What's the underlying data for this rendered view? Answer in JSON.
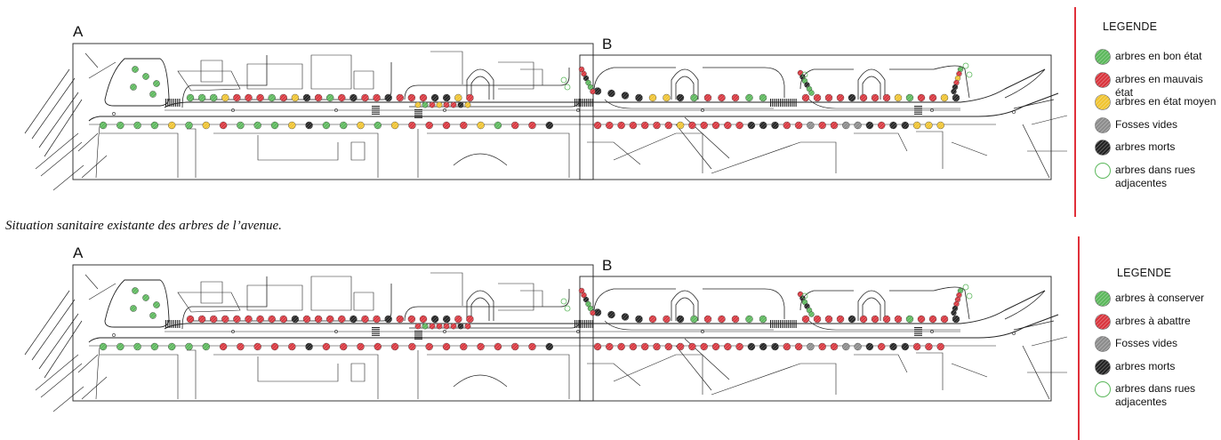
{
  "colors": {
    "good": "#5cb85c",
    "bad": "#d9353d",
    "medium": "#f0c431",
    "empty": "#8c8c8c",
    "dead": "#222222",
    "adjacent": "#5cb85c",
    "legend_line": "#e0303a"
  },
  "top": {
    "label_a": "A",
    "label_b": "B",
    "caption": "Situation sanitaire existante des arbres de l’avenue.",
    "legend": {
      "title": "LEGENDE",
      "items": [
        {
          "key": "good",
          "label": "arbres en bon état"
        },
        {
          "key": "bad",
          "label": "arbres en mauvais état"
        },
        {
          "key": "medium",
          "label": "arbres en état moyen"
        },
        {
          "key": "empty",
          "label": "Fosses vides"
        },
        {
          "key": "dead",
          "label": "arbres morts"
        },
        {
          "key": "adjacent",
          "label": "arbres dans rues adjacentes"
        }
      ]
    },
    "rows": [
      [
        "good",
        "good",
        "good",
        "good",
        "good"
      ],
      [
        "good",
        "good",
        "good",
        "medium",
        "bad",
        "bad",
        "bad",
        "good",
        "bad",
        "medium",
        "dead",
        "bad",
        "good",
        "bad",
        "dead",
        "bad",
        "bad",
        "dead",
        "bad",
        "bad",
        "bad",
        "dead",
        "dead",
        "medium",
        "bad"
      ],
      [
        "dead",
        "dead",
        "dead",
        "dead",
        "medium",
        "medium",
        "dead",
        "good",
        "bad",
        "bad",
        "bad",
        "good",
        "good"
      ],
      [
        "good",
        "good",
        "good",
        "good",
        "medium",
        "good",
        "medium",
        "bad",
        "good",
        "good",
        "good",
        "medium",
        "dead",
        "good",
        "good",
        "medium",
        "good",
        "medium",
        "bad",
        "bad",
        "bad",
        "bad",
        "medium",
        "good",
        "bad",
        "bad",
        "dead"
      ],
      [
        "bad",
        "bad",
        "bad",
        "bad",
        "dead",
        "bad",
        "bad",
        "bad",
        "medium",
        "good",
        "bad",
        "bad",
        "medium",
        "dead",
        "bad",
        "dead",
        "good",
        "dead",
        "good",
        "good",
        "good",
        "bad",
        "medium",
        "bad",
        "dead",
        "dead",
        "bad",
        "bad",
        "dead",
        "good",
        "good",
        "bad",
        "medium",
        "good",
        "bad",
        "medium",
        "bad",
        "bad",
        "dead",
        "medium"
      ],
      [
        "bad",
        "bad",
        "bad",
        "bad",
        "bad",
        "bad",
        "bad",
        "medium",
        "bad",
        "bad",
        "bad",
        "bad",
        "bad",
        "dead",
        "dead",
        "dead",
        "bad",
        "bad",
        "empty",
        "bad",
        "bad",
        "empty",
        "empty",
        "dead",
        "bad",
        "dead",
        "dead",
        "medium",
        "medium",
        "medium"
      ]
    ]
  },
  "bottom": {
    "label_a": "A",
    "label_b": "B",
    "legend": {
      "title": "LEGENDE",
      "items": [
        {
          "key": "good",
          "label": "arbres à conserver"
        },
        {
          "key": "bad",
          "label": "arbres à abattre"
        },
        {
          "key": "empty",
          "label": "Fosses vides"
        },
        {
          "key": "dead",
          "label": "arbres morts"
        },
        {
          "key": "adjacent",
          "label": "arbres dans rues adjacentes"
        }
      ]
    },
    "rows": [
      [
        "good",
        "good",
        "good",
        "good",
        "good"
      ],
      [
        "bad",
        "bad",
        "bad",
        "bad",
        "bad",
        "bad",
        "bad",
        "bad",
        "bad",
        "dead",
        "bad",
        "bad",
        "bad",
        "bad",
        "dead",
        "bad",
        "bad",
        "dead",
        "bad",
        "bad",
        "bad",
        "dead",
        "dead",
        "bad",
        "bad"
      ],
      [
        "dead",
        "dead",
        "dead",
        "dead",
        "bad",
        "bad",
        "dead",
        "good",
        "bad",
        "bad",
        "bad",
        "good",
        "good"
      ],
      [
        "good",
        "good",
        "good",
        "good",
        "good",
        "good",
        "good",
        "bad",
        "bad",
        "bad",
        "bad",
        "bad",
        "dead",
        "bad",
        "bad",
        "bad",
        "bad",
        "bad",
        "bad",
        "bad",
        "bad",
        "bad",
        "bad",
        "bad",
        "bad",
        "bad",
        "dead"
      ],
      [
        "bad",
        "bad",
        "bad",
        "bad",
        "dead",
        "bad",
        "bad",
        "bad",
        "bad",
        "good",
        "bad",
        "bad",
        "bad",
        "dead",
        "bad",
        "dead",
        "good",
        "dead",
        "good",
        "good",
        "good",
        "bad",
        "bad",
        "bad",
        "dead",
        "dead",
        "bad",
        "bad",
        "dead",
        "good",
        "good",
        "bad",
        "bad",
        "good",
        "bad",
        "bad",
        "bad",
        "bad",
        "dead",
        "bad"
      ],
      [
        "bad",
        "bad",
        "bad",
        "bad",
        "bad",
        "bad",
        "bad",
        "bad",
        "bad",
        "bad",
        "bad",
        "bad",
        "bad",
        "dead",
        "dead",
        "dead",
        "bad",
        "bad",
        "empty",
        "bad",
        "bad",
        "empty",
        "empty",
        "dead",
        "bad",
        "dead",
        "dead",
        "bad",
        "bad",
        "bad"
      ]
    ]
  }
}
